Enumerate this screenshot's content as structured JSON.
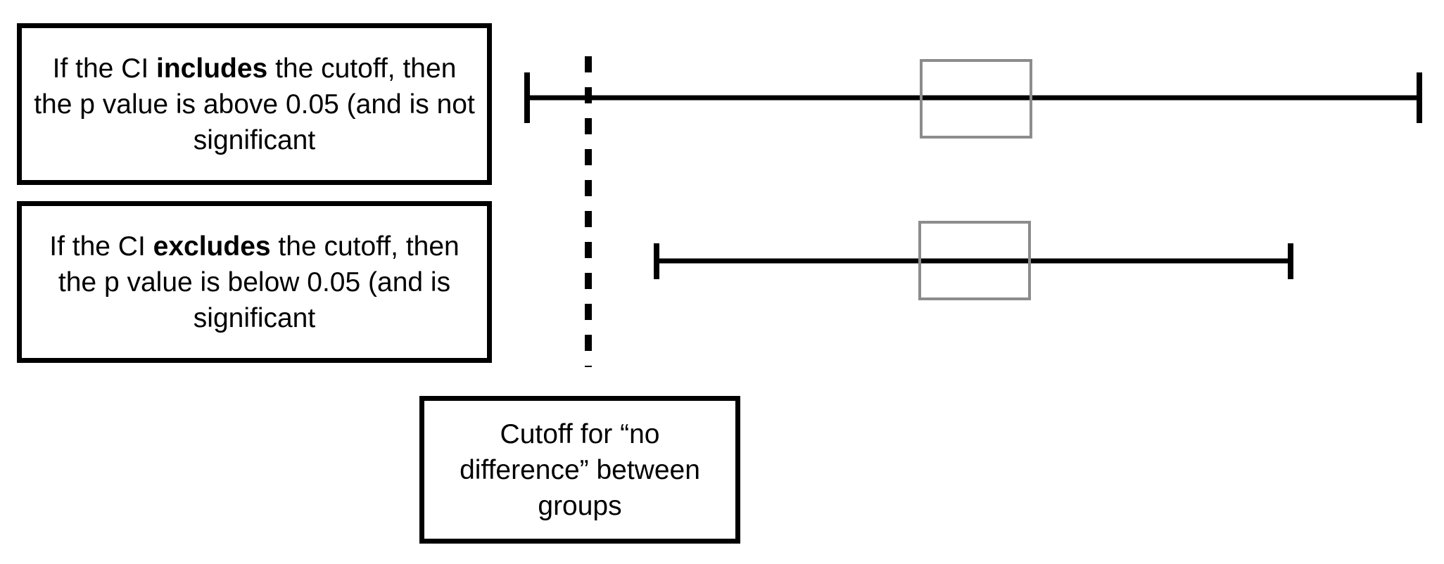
{
  "boxes": {
    "includes": {
      "before": "If the CI ",
      "emphasis": "includes",
      "after": " the cutoff, then the p value is above 0.05 (and is not significant"
    },
    "excludes": {
      "before": "If the CI ",
      "emphasis": "excludes",
      "after": " the cutoff, then the p value is below 0.05 (and is significant"
    },
    "cutoff": {
      "text": "Cutoff for “no difference” between groups"
    }
  },
  "colors": {
    "line": "#000000",
    "estimate_box": "#8c8c8c",
    "background": "#ffffff"
  }
}
